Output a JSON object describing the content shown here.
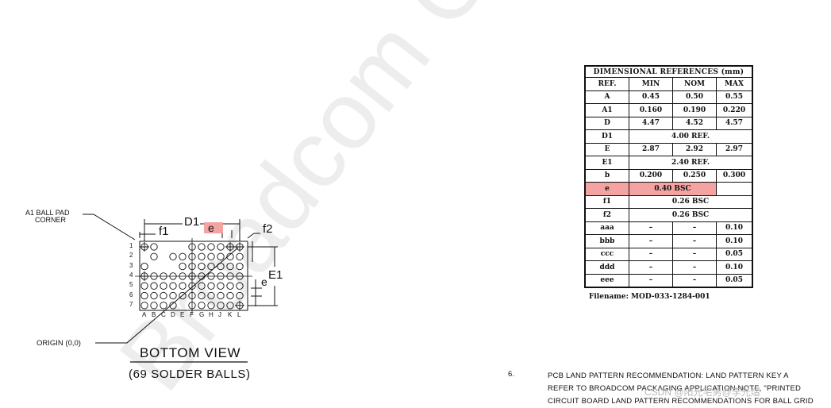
{
  "drawing": {
    "a1_label": [
      "A1 BALL PAD",
      "CORNER"
    ],
    "origin_label": "ORIGIN (0,0)",
    "view_title": "BOTTOM VIEW",
    "view_subtitle": "(69 SOLDER BALLS)",
    "dim_labels": {
      "d1": "D1",
      "e": "e",
      "f1": "f1",
      "f2": "f2",
      "e1": "E1",
      "e_side": "e"
    },
    "rows": [
      "1",
      "2",
      "3",
      "4",
      "5",
      "6",
      "7"
    ],
    "cols": [
      "A",
      "B",
      "C",
      "D",
      "E",
      "F",
      "G",
      "H",
      "J",
      "K",
      "L"
    ],
    "ball_count": 69
  },
  "table": {
    "title": "DIMENSIONAL REFERENCES (mm)",
    "headers": [
      "REF.",
      "MIN",
      "NOM",
      "MAX"
    ],
    "rows": [
      {
        "ref": "A",
        "min": "0.45",
        "nom": "0.50",
        "max": "0.55"
      },
      {
        "ref": "A1",
        "min": "0.160",
        "nom": "0.190",
        "max": "0.220"
      },
      {
        "ref": "D",
        "min": "4.47",
        "nom": "4.52",
        "max": "4.57"
      },
      {
        "ref": "D1",
        "span": "4.00 REF."
      },
      {
        "ref": "E",
        "min": "2.87",
        "nom": "2.92",
        "max": "2.97"
      },
      {
        "ref": "E1",
        "span": "2.40 REF."
      },
      {
        "ref": "b",
        "min": "0.200",
        "nom": "0.250",
        "max": "0.300"
      },
      {
        "ref": "e",
        "span": "0.40 BSC",
        "highlight": true
      },
      {
        "ref": "f1",
        "span": "0.26 BSC"
      },
      {
        "ref": "f2",
        "span": "0.26 BSC"
      },
      {
        "ref": "aaa",
        "min": "–",
        "nom": "–",
        "max": "0.10"
      },
      {
        "ref": "bbb",
        "min": "–",
        "nom": "–",
        "max": "0.10"
      },
      {
        "ref": "ccc",
        "min": "–",
        "nom": "–",
        "max": "0.05"
      },
      {
        "ref": "ddd",
        "min": "–",
        "nom": "–",
        "max": "0.10"
      },
      {
        "ref": "eee",
        "min": "–",
        "nom": "–",
        "max": "0.05"
      }
    ],
    "filename": "Filename:  MOD-033-1284-001"
  },
  "note": {
    "number": "6.",
    "lines": [
      "PCB LAND PATTERN RECOMMENDATION: LAND PATTERN KEY A",
      "REFER TO BROADCOM PACKAGING APPLICATION NOTE, \"PRINTED",
      "CIRCUIT BOARD LAND PATTERN RECOMMENDATIONS FOR BALL GRID"
    ]
  },
  "watermark": {
    "text": "Broadcom Confidential",
    "credit": "CSDN @阳光宅男@李光熠"
  },
  "colors": {
    "highlight": "#f4a3a3",
    "line": "#111111",
    "watermark": "#e9e9e9"
  }
}
